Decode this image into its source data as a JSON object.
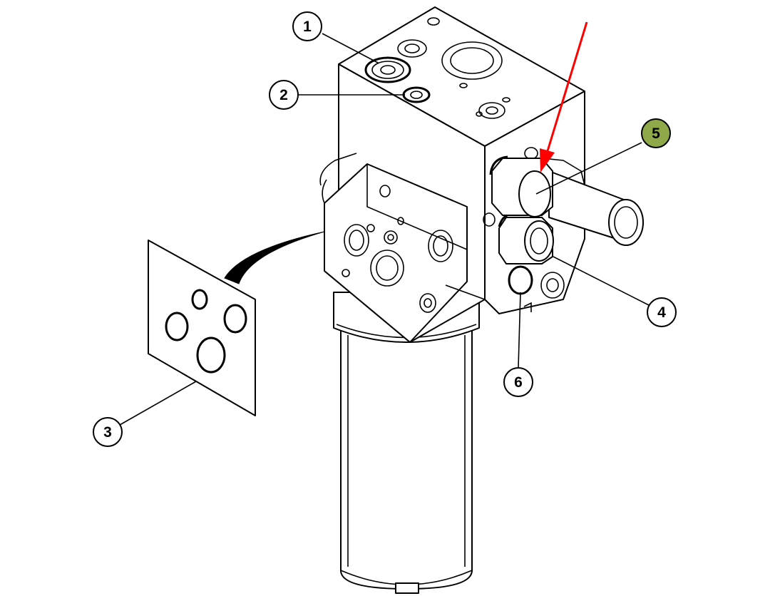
{
  "callouts": [
    {
      "id": "1",
      "label": "1",
      "highlight": false
    },
    {
      "id": "2",
      "label": "2",
      "highlight": false
    },
    {
      "id": "3",
      "label": "3",
      "highlight": false
    },
    {
      "id": "4",
      "label": "4",
      "highlight": false
    },
    {
      "id": "5",
      "label": "5",
      "highlight": true
    },
    {
      "id": "6",
      "label": "6",
      "highlight": false
    }
  ],
  "colors": {
    "line": "#000000",
    "background": "#ffffff",
    "highlight_fill": "#8fa84a",
    "arrow": "#ff0000"
  }
}
